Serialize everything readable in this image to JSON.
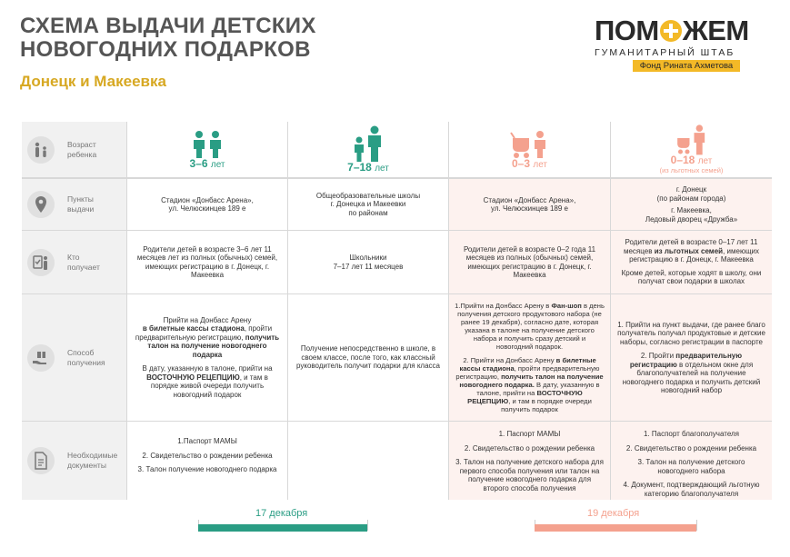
{
  "header": {
    "title_line1": "СХЕМА ВЫДАЧИ ДЕТСКИХ",
    "title_line2": "НОВОГОДНИХ ПОДАРКОВ",
    "subtitle": "Донецк и Макеевка"
  },
  "logo": {
    "left": "ПОМ",
    "right": "ЖЕМ",
    "sub": "ГУМАНИТАРНЫЙ ШТАБ",
    "fund": "Фонд Рината Ахметова"
  },
  "colors": {
    "teal": "#2a9d84",
    "salmon": "#f4a18e",
    "accent": "#f3b927"
  },
  "rows": {
    "age": "Возраст ребенка",
    "points": "Пункты выдачи",
    "who": "Кто получает",
    "method": "Способ получения",
    "docs": "Необходимые документы"
  },
  "cols": [
    {
      "age_num": "3–6",
      "age_unit": "лет",
      "note": ""
    },
    {
      "age_num": "7–18",
      "age_unit": "лет",
      "note": ""
    },
    {
      "age_num": "0–3",
      "age_unit": "лет",
      "note": ""
    },
    {
      "age_num": "0–18",
      "age_unit": "лет",
      "note": "(из льготных семей)"
    }
  ],
  "points": [
    [
      "Стадион «Донбасс Арена»,",
      "ул. Челюскинцев 189 е"
    ],
    [
      "Общеобразовательные школы",
      "г. Донецка и Макеевки",
      "по районам"
    ],
    [
      "Стадион «Донбасс Арена»,",
      "ул. Челюскинцев 189 е"
    ],
    [
      "г. Донецк",
      "(по районам города)",
      "г. Макеевка,",
      "Ледовый дворец «Дружба»"
    ]
  ],
  "who": {
    "c1": "Родители детей в возрасте 3–6 лет 11 месяцев лет из полных (обычных) семей, имеющих регистрацию в г. Донецк, г. Макеевка",
    "c2a": "Школьники",
    "c2b": "7–17 лет 11 месяцев",
    "c3": "Родители детей в возрасте 0–2 года 11 месяцев из полных (обычных) семей, имеющих регистрацию в г. Донецк, г. Макеевка",
    "c4_pre": "Родители детей в возрасте 0–17 лет 11 месяцев",
    "c4_bold": "из льготных семей",
    "c4_post": ", имеющих регистрацию в г. Донецк, г. Макеевка",
    "c4_extra": "Кроме детей, которые ходят в школу, они получат свои подарки в школах"
  },
  "method": {
    "c1_a": "Прийти на Донбасс Арену",
    "c1_b": "в билетные кассы стадиона",
    "c1_c": ", пройти предварительную регистрацию,",
    "c1_d": "получить талон на получение новогоднего подарка",
    "c1_e": "В дату, указанную в талоне, прийти на",
    "c1_f": "ВОСТОЧНУЮ РЕЦЕПЦИЮ",
    "c1_g": ", и там в порядке живой очереди получить новогодний подарок",
    "c2": "Получение непосредственно в школе, в своем классе, после того, как классный руководитель получит подарки для класса",
    "c3_1a": "1.Прийти на Донбасс Арену в",
    "c3_1b": "Фан-шоп",
    "c3_1c": "в день получения детского продуктового набора (не ранее 19 декабря), согласно дате, которая указана в талоне на получение детского набора и получить сразу детский и новогодний подарок.",
    "c3_2a": "2. Прийти на Донбасс Арену",
    "c3_2b": "в билетные кассы стадиона",
    "c3_2c": ", пройти предварительную регистрацию,",
    "c3_2d": "получить талон на получение новогоднего подарка.",
    "c3_2e": "В дату, указанную в талоне, прийти на",
    "c3_2f": "ВОСТОЧНУЮ РЕЦЕПЦИЮ",
    "c3_2g": ", и там в порядке очереди получить подарок",
    "c4_1": "1. Прийти на пункт выдачи, где ранее благо получатель получал продуктовые и детские наборы, согласно регистрации в паспорте",
    "c4_2a": "2. Пройти",
    "c4_2b": "предварительную регистрацию",
    "c4_2c": "в отдельном окне для благополучателей на получение новогоднего подарка и получить детский новогодний набор"
  },
  "docs": {
    "c1": [
      "1.Паспорт МАМЫ",
      "2. Свидетельство о рождении ребенка",
      "3. Талон получение новогоднего подарка"
    ],
    "c3": [
      "1. Паспорт МАМЫ",
      "2. Свидетельство о рождении ребенка",
      "3. Талон на получение детского набора для первого способа получения или талон на получение новогоднего подарка для второго способа получения"
    ],
    "c4": [
      "1. Паспорт благополучателя",
      "2. Свидетельство о рождении ребенка",
      "3. Талон на получение детского новогоднего набора",
      "4. Документ, подтверждающий льготную категорию благополучателя"
    ]
  },
  "timeline": {
    "date1": "17 декабря",
    "date2": "19 декабря"
  }
}
